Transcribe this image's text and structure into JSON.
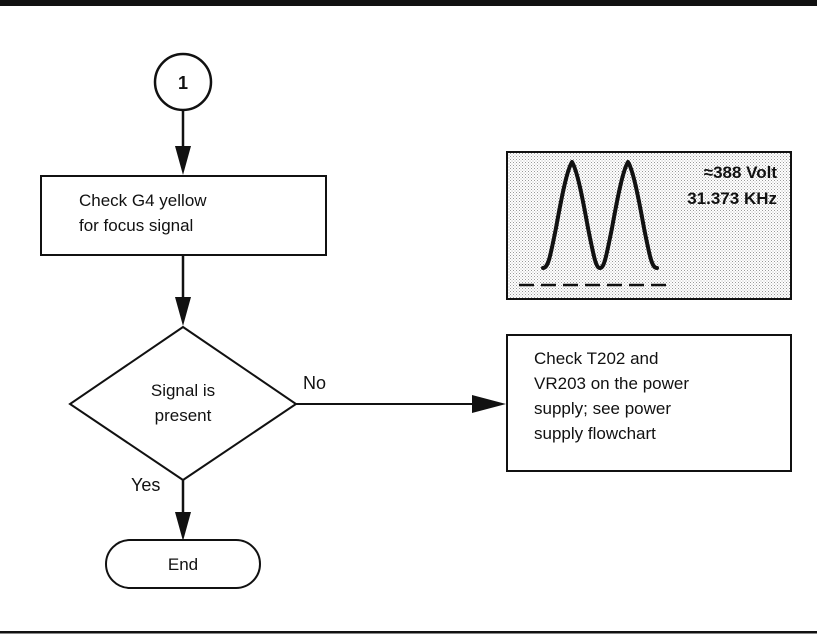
{
  "connector": {
    "label": "1"
  },
  "check_box": {
    "lines": [
      "Check G4 yellow",
      "for focus signal"
    ]
  },
  "decision": {
    "lines": [
      "Signal is",
      "present"
    ],
    "no_label": "No",
    "yes_label": "Yes"
  },
  "end_terminal": {
    "label": "End"
  },
  "power_box": {
    "lines": [
      "Check T202 and",
      "VR203 on the power",
      "supply; see power",
      "supply flowchart"
    ]
  },
  "waveform": {
    "voltage": "≈388 Volt",
    "frequency": "31.373 KHz"
  }
}
